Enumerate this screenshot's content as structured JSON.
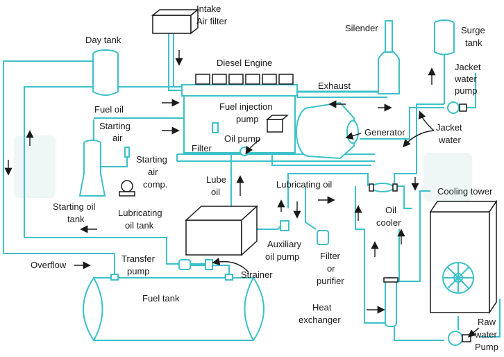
{
  "labels": {
    "intake_air_filter_1": "Intake",
    "intake_air_filter_2": "Air filter",
    "day_tank": "Day tank",
    "diesel_engine": "Diesel Engine",
    "silencer": "Silender",
    "surge_tank_1": "Surge",
    "surge_tank_2": "tank",
    "jacket_water_pump_1": "Jacket",
    "jacket_water_pump_2": "water",
    "jacket_water_pump_3": "pump",
    "exhaust": "Exhaust",
    "fuel_oil": "Fuel oil",
    "fuel_injection_pump_1": "Fuel injection",
    "fuel_injection_pump_2": "pump",
    "starting_air_1": "Starting",
    "starting_air_2": "air",
    "generator": "Generator",
    "jacket_water_1": "Jacket",
    "jacket_water_2": "water",
    "filter": "Filter",
    "oil_pump": "Oil pump",
    "starting_air_comp_1": "Starting",
    "starting_air_comp_2": "air",
    "starting_air_comp_3": "comp.",
    "lube_oil_1": "Lube",
    "lube_oil_2": "oil",
    "lubricating_oil": "Lubricating oil",
    "cooling_tower": "Cooling tower",
    "starting_oil_tank_1": "Starting oil",
    "starting_oil_tank_2": "tank",
    "lubricating_oil_tank_1": "Lubricating",
    "lubricating_oil_tank_2": "oil tank",
    "oil_cooler_1": "Oil",
    "oil_cooler_2": "cooler",
    "auxiliary_oil_pump_1": "Auxiliary",
    "auxiliary_oil_pump_2": "oil pump",
    "filter_or_purifier_1": "Filter",
    "filter_or_purifier_2": "or",
    "filter_or_purifier_3": "purifier",
    "overflow": "Overflow",
    "transfer_pump_1": "Transfer",
    "transfer_pump_2": "pump",
    "strainer": "Strainer",
    "fuel_tank": "Fuel tank",
    "heat_exchanger_1": "Heat",
    "heat_exchanger_2": "exchanger",
    "raw_water_pump_1": "Raw",
    "raw_water_pump_2": "water",
    "raw_water_pump_3": "Pump"
  },
  "colors": {
    "pipe": "#3cc1c9",
    "outline": "#1a1a1a",
    "watermark": "#eef6f6"
  }
}
